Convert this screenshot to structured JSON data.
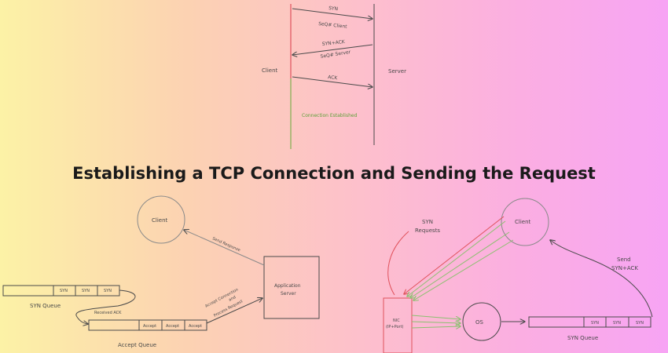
{
  "title": "Establishing a TCP Connection and Sending the Request",
  "handshake": {
    "client_label": "Client",
    "server_label": "Server",
    "syn_label": "SYN",
    "syn_seq_label": "SeQ# Client",
    "synack_label": "SYN+ACK",
    "synack_seq_label": "SeQ# Server",
    "ack_label": "ACK",
    "established_label": "Connection Established"
  },
  "app_flow": {
    "client_label": "Client",
    "app_server_label_1": "Application",
    "app_server_label_2": "Server",
    "send_response_label": "Send Response",
    "accept_label_1": "Accept Connection",
    "accept_label_2": "and",
    "accept_label_3": "Process Request",
    "received_ack_label": "Received ACK",
    "syn_queue_label": "SYN Queue",
    "syn_queue_slots": [
      "SYN",
      "SYN",
      "SYN"
    ],
    "accept_queue_label": "Accept Queue",
    "accept_queue_slots": [
      "Accept",
      "Accept",
      "Accept"
    ]
  },
  "os_flow": {
    "client_label": "Client",
    "syn_requests_1": "SYN",
    "syn_requests_2": "Requests",
    "send_synack_1": "Send",
    "send_synack_2": "SYN+ACK",
    "nic_label_1": "NIC",
    "nic_label_2": "(IP+Port)",
    "os_label": "OS",
    "syn_queue_label": "SYN Queue",
    "syn_queue_slots": [
      "SYN",
      "SYN",
      "SYN"
    ]
  },
  "colors": {
    "server_line": "#e0525c",
    "client_line_lower": "#7fae4e",
    "ink": "#4a4a4a",
    "green_arrow": "#8cc070",
    "established_text": "#5ea03a"
  }
}
